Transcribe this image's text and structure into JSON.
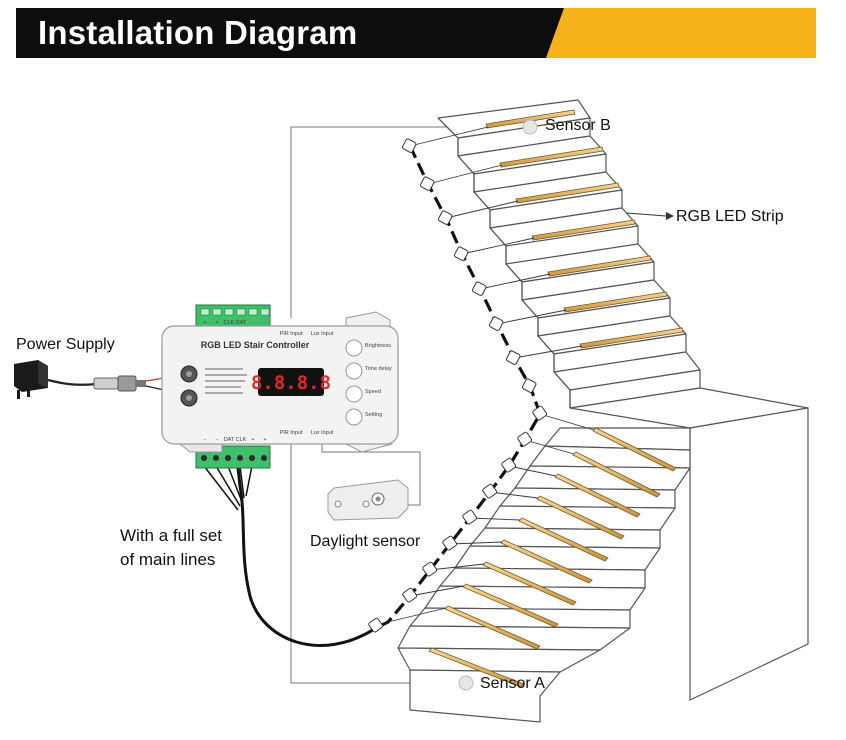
{
  "banner": {
    "title": "Installation Diagram"
  },
  "labels": {
    "power_supply": "Power Supply",
    "main_lines_1": "With a full set",
    "main_lines_2": "of main lines",
    "daylight_sensor": "Daylight sensor",
    "sensor_a": "Sensor A",
    "sensor_b": "Sensor B",
    "led_strip": "RGB LED Strip"
  },
  "controller": {
    "title": "RGB LED Stair Controller",
    "display": "8.8.8.8",
    "top_terminals": [
      "+",
      "+",
      "CLK",
      "DAT",
      "-",
      "-"
    ],
    "bottom_terminals": [
      "-",
      "-",
      "DAT",
      "CLK",
      "+",
      "+"
    ],
    "top_ports": [
      "PIR Input",
      "Lux Input"
    ],
    "bottom_ports": [
      "PIR Input",
      "Lux Input"
    ],
    "buttons": [
      "Brightness",
      "Time delay",
      "Speed",
      "Setting"
    ]
  },
  "colors": {
    "banner_dark": "#0d0d0d",
    "banner_accent": "#f6b21b",
    "led_strip": "#e5b76a",
    "terminal_green": "#3fbf6a",
    "controller_body": "#f3f3f3"
  }
}
